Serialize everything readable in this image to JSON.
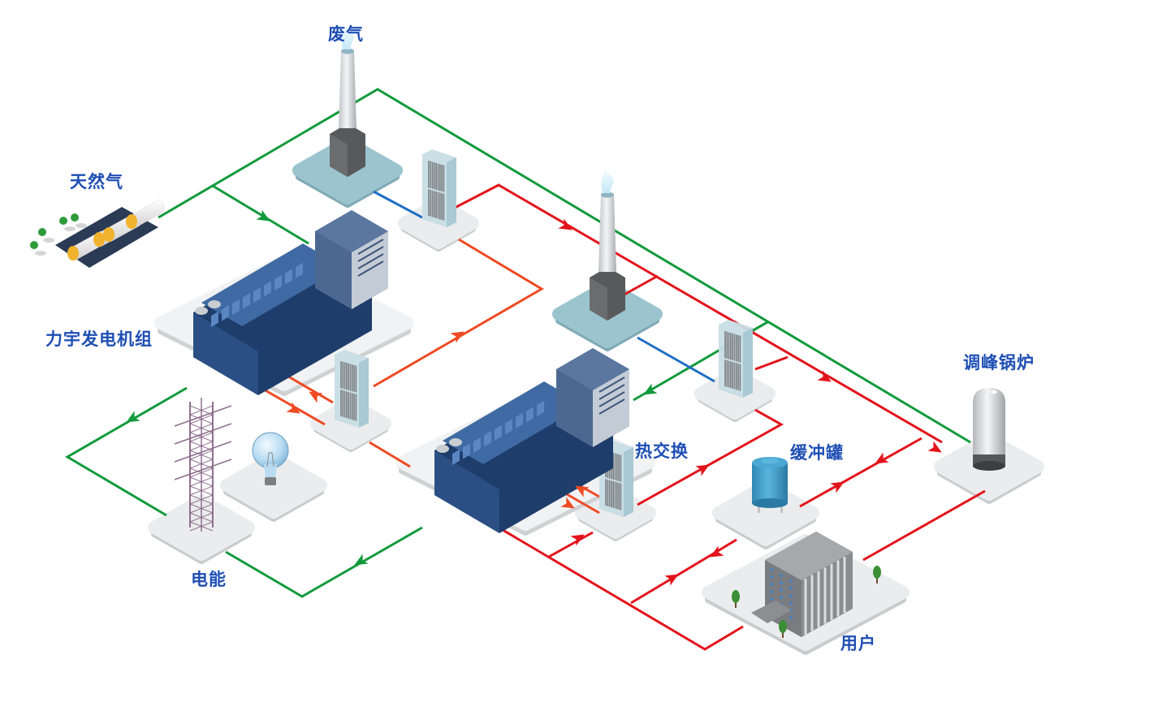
{
  "title": "CHP system flow diagram",
  "colors": {
    "gas_line": "#129a3c",
    "hot_water_line": "#e3131b",
    "engine_water_line": "#ee4a23",
    "exhaust_line": "#1e6fc4",
    "label_text": "#1f4fb4",
    "platform": "#ebeced",
    "stack_base": "#9bc4cf",
    "buffer_tank": "#3a9cc6"
  },
  "labels": {
    "exhaust": "废气",
    "natural_gas": "天然气",
    "genset": "力宇发电机组",
    "peak_boiler": "调峰锅炉",
    "heat_exchange": "热交换",
    "buffer_tank": "缓冲罐",
    "electricity": "电能",
    "user": "用户"
  },
  "components": [
    {
      "id": "exhaust-stack-1",
      "type": "chimney"
    },
    {
      "id": "exhaust-stack-2",
      "type": "chimney"
    },
    {
      "id": "natural-gas-tanks",
      "type": "gas-storage"
    },
    {
      "id": "genset-1",
      "type": "engine-generator"
    },
    {
      "id": "genset-2",
      "type": "engine-generator"
    },
    {
      "id": "heat-exchanger-exhaust-1",
      "type": "heat-exchanger"
    },
    {
      "id": "heat-exchanger-exhaust-2",
      "type": "heat-exchanger"
    },
    {
      "id": "heat-exchanger-jacket-1",
      "type": "heat-exchanger"
    },
    {
      "id": "heat-exchanger-jacket-2",
      "type": "heat-exchanger"
    },
    {
      "id": "peak-boiler",
      "type": "boiler"
    },
    {
      "id": "buffer-tank",
      "type": "tank"
    },
    {
      "id": "power-tower",
      "type": "transmission-tower"
    },
    {
      "id": "light-bulb",
      "type": "lamp"
    },
    {
      "id": "user-building",
      "type": "building"
    }
  ],
  "flows": [
    {
      "name": "natural-gas-supply",
      "medium": "gas",
      "from": "natural-gas-tanks",
      "to": [
        "genset-1",
        "genset-2",
        "peak-boiler"
      ]
    },
    {
      "name": "exhaust-gas",
      "medium": "exhaust",
      "from": "exhaust-stack-1",
      "to": "heat-exchanger-exhaust-1"
    },
    {
      "name": "exhaust-gas",
      "medium": "exhaust",
      "from": "exhaust-stack-2",
      "to": "heat-exchanger-exhaust-2"
    },
    {
      "name": "hot-water-supply",
      "medium": "hot-water",
      "from": "heat-exchangers",
      "to": "user-building"
    },
    {
      "name": "engine-cooling-water",
      "medium": "engine-water",
      "from": "genset",
      "to": "heat-exchanger-jacket"
    },
    {
      "name": "electricity-output",
      "medium": "electricity",
      "from": "genset",
      "to": "power-tower"
    }
  ]
}
